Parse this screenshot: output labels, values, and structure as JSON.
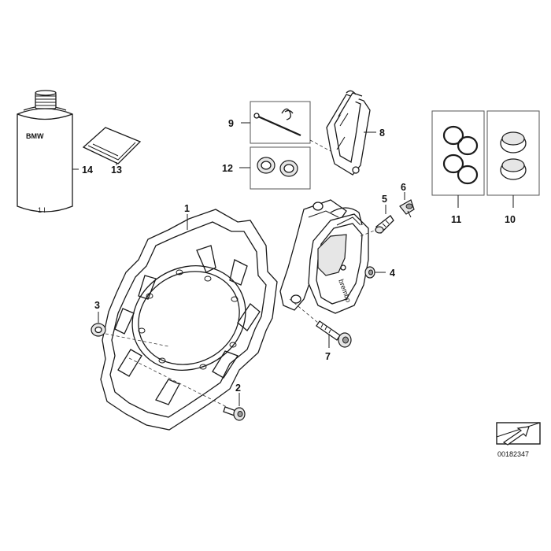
{
  "callouts": {
    "c1": "1",
    "c2": "2",
    "c3": "3",
    "c4": "4",
    "c5": "5",
    "c6": "6",
    "c7": "7",
    "c8": "8",
    "c9": "9",
    "c10": "10",
    "c11": "11",
    "c12": "12",
    "c13": "13",
    "c14": "14"
  },
  "can": {
    "brand": "BMW",
    "volume": "1 l"
  },
  "caliper": {
    "logo": "brembo"
  },
  "reference": {
    "code": "00182347",
    "icon": "arrow-corner-icon"
  }
}
